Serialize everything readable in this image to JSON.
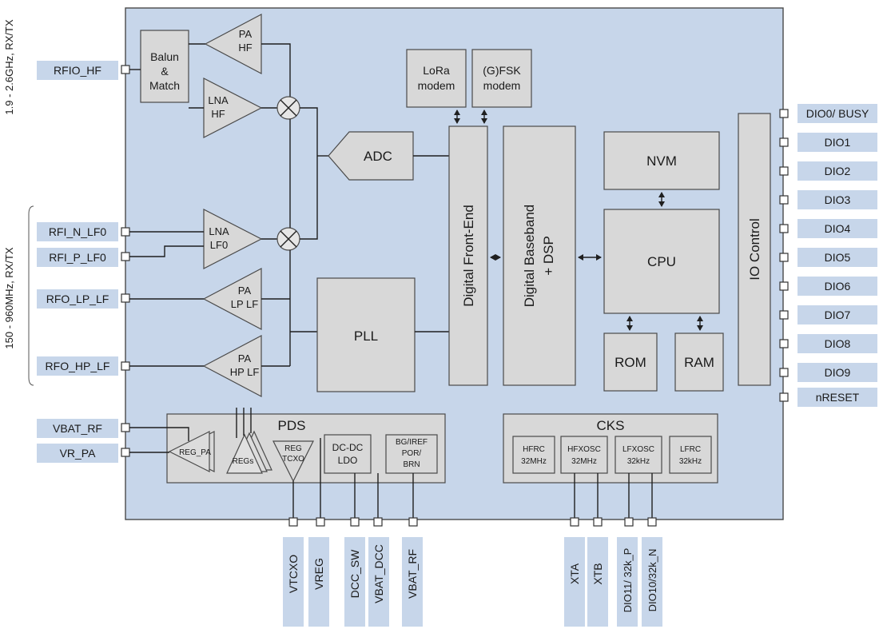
{
  "bands": {
    "hf": "1.9 - 2.6GHz, RX/TX",
    "lf": "150 - 960MHz, RX/TX"
  },
  "left_pins": [
    "RFIO_HF",
    "RFI_N_LF0",
    "RFI_P_LF0",
    "RFO_LP_LF",
    "RFO_HP_LF",
    "VBAT_RF",
    "VR_PA"
  ],
  "right_pins": [
    "DIO0/ BUSY",
    "DIO1",
    "DIO2",
    "DIO3",
    "DIO4",
    "DIO5",
    "DIO6",
    "DIO7",
    "DIO8",
    "DIO9",
    "nRESET"
  ],
  "bottom_pins_pds": [
    "VTCXO",
    "VREG",
    "DCC_SW",
    "VBAT_DCC",
    "VBAT_RF"
  ],
  "bottom_pins_cks": [
    "XTA",
    "XTB",
    "DIO11/ 32k_P",
    "DIO10/32k_N"
  ],
  "blocks": {
    "balun": [
      "Balun",
      "&",
      "Match"
    ],
    "pa_hf": [
      "PA",
      "HF"
    ],
    "lna_hf": [
      "LNA",
      "HF"
    ],
    "lna_lf0": [
      "LNA",
      "LF0"
    ],
    "pa_lp_lf": [
      "PA",
      "LP LF"
    ],
    "pa_hp_lf": [
      "PA",
      "HP LF"
    ],
    "adc": "ADC",
    "pll": "PLL",
    "lora": [
      "LoRa",
      "modem"
    ],
    "gfsk": [
      "(G)FSK",
      "modem"
    ],
    "dfe": "Digital Front-End",
    "dbb": [
      "Digital Baseband",
      "+ DSP"
    ],
    "nvm": "NVM",
    "cpu": "CPU",
    "rom": "ROM",
    "ram": "RAM",
    "io": "IO Control",
    "pds": "PDS",
    "reg_pa": "REG_PA",
    "regs": "REGs",
    "reg_tcxo": [
      "REG",
      "TCXO"
    ],
    "dcdc": [
      "DC-DC",
      "LDO"
    ],
    "bg": [
      "BG/IREF",
      "POR/",
      "BRN"
    ],
    "cks": "CKS",
    "hfrc": [
      "HFRC",
      "32MHz"
    ],
    "hfxosc": [
      "HFXOSC",
      "32MHz"
    ],
    "lfxosc": [
      "LFXOSC",
      "32kHz"
    ],
    "lfrc": [
      "LFRC",
      "32kHz"
    ]
  }
}
